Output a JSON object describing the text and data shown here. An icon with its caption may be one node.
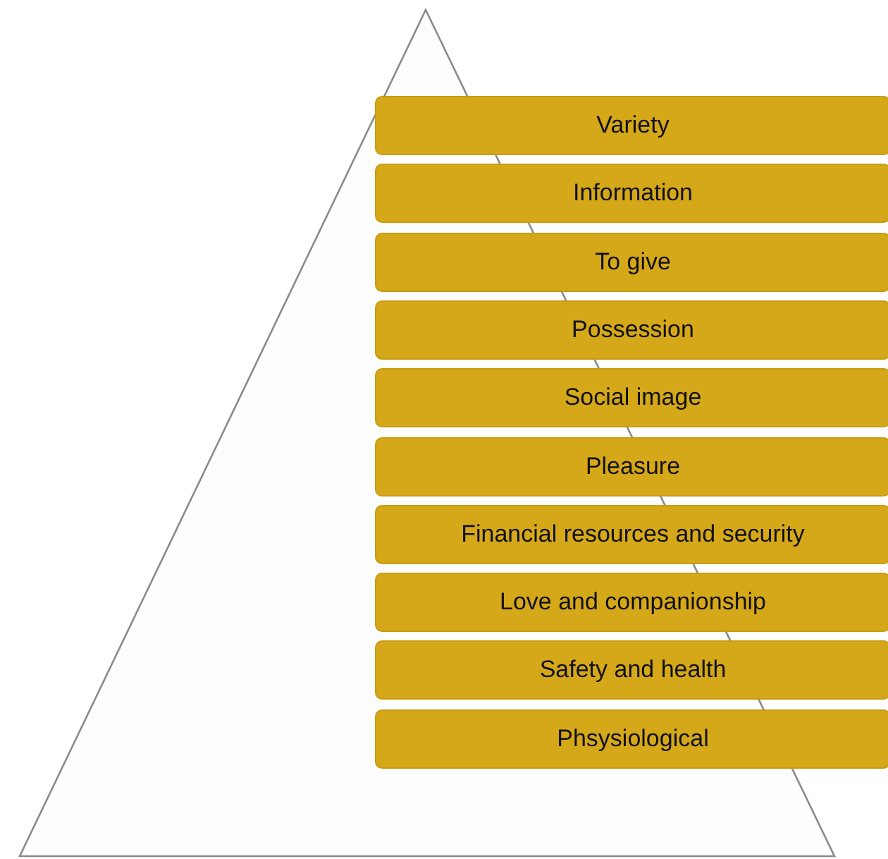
{
  "diagram": {
    "nodes": [
      {
        "text": [],
        "shape": "triangle"
      },
      {
        "text": [
          "Variety"
        ]
      },
      {
        "text": [
          "Information"
        ]
      },
      {
        "text": [
          "To give"
        ]
      },
      {
        "text": [
          "Possession"
        ]
      },
      {
        "text": [
          "Social image"
        ]
      },
      {
        "text": [
          "Pleasure"
        ]
      },
      {
        "text": [
          "Financial resources and security"
        ]
      },
      {
        "text": [
          "Love and companionship"
        ]
      },
      {
        "text": [
          "Safety and health"
        ]
      },
      {
        "text": [
          "Phsysiological"
        ]
      }
    ]
  }
}
